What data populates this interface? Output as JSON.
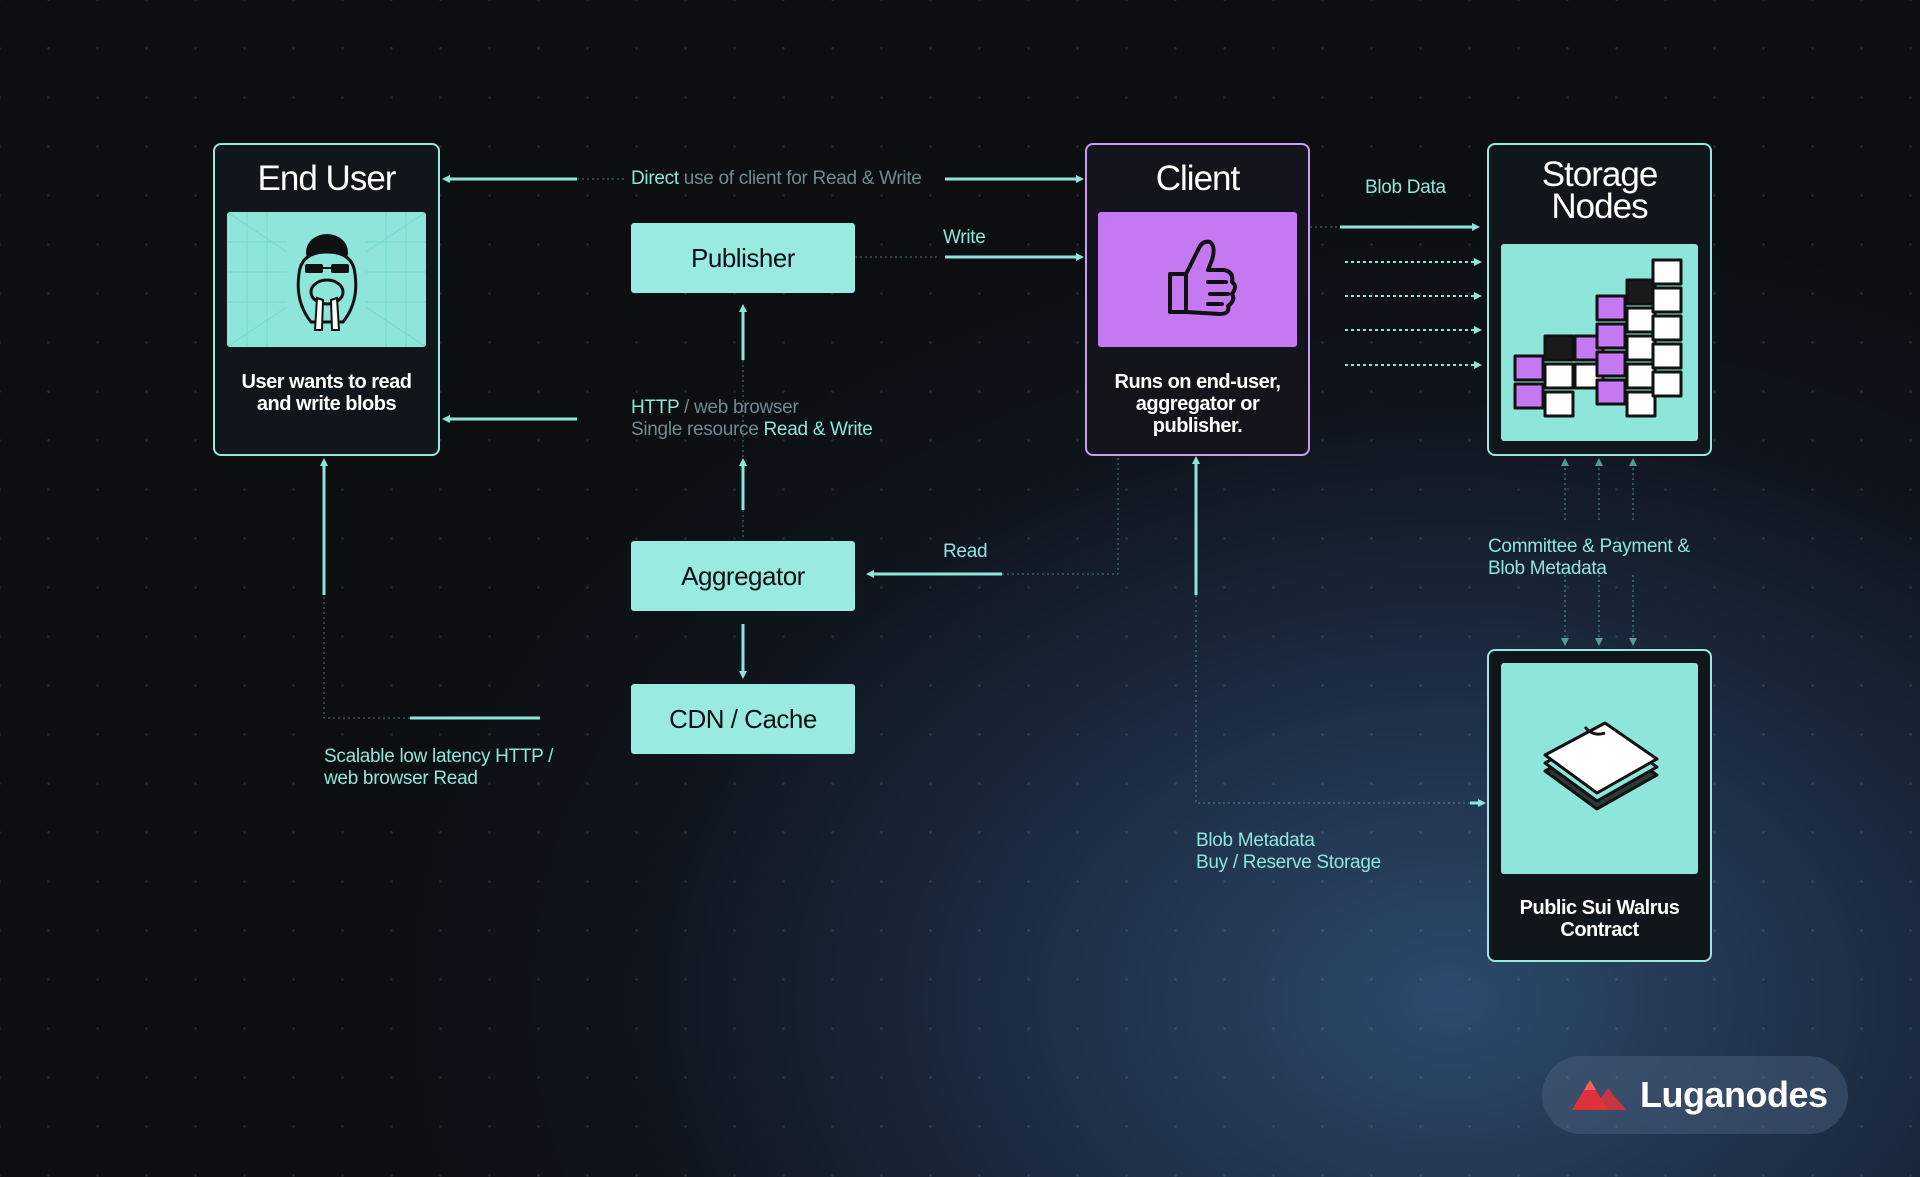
{
  "end_user": {
    "title": "End User",
    "description": "User wants to read and write blobs"
  },
  "client": {
    "title": "Client",
    "description": "Runs on end-user, aggregator or publisher."
  },
  "storage_nodes": {
    "title_line1": "Storage",
    "title_line2": "Nodes"
  },
  "contract": {
    "description": "Public Sui Walrus Contract"
  },
  "nodes": {
    "publisher": "Publisher",
    "aggregator": "Aggregator",
    "cdn": "CDN / Cache"
  },
  "labels": {
    "direct_a": "Direct",
    "direct_b": " use of client for Read & Write",
    "write": "Write",
    "read": "Read",
    "blob_data": "Blob Data",
    "http_a": "HTTP",
    "http_b": " / web browser",
    "single_a": "Single resource ",
    "single_b": "Read & Write",
    "committee_1": "Committee & Payment &",
    "committee_2": "Blob Metadata",
    "scalable_1": "Scalable low latency HTTP /",
    "scalable_2": "web browser Read",
    "blob_meta_1": "Blob Metadata",
    "blob_meta_2": "Buy / Reserve Storage"
  },
  "brand": {
    "name": "Luganodes",
    "logo_color": "#e0313a"
  },
  "colors": {
    "teal": "#99ebe1",
    "purple": "#c478f2",
    "background": "#0c0e12"
  }
}
